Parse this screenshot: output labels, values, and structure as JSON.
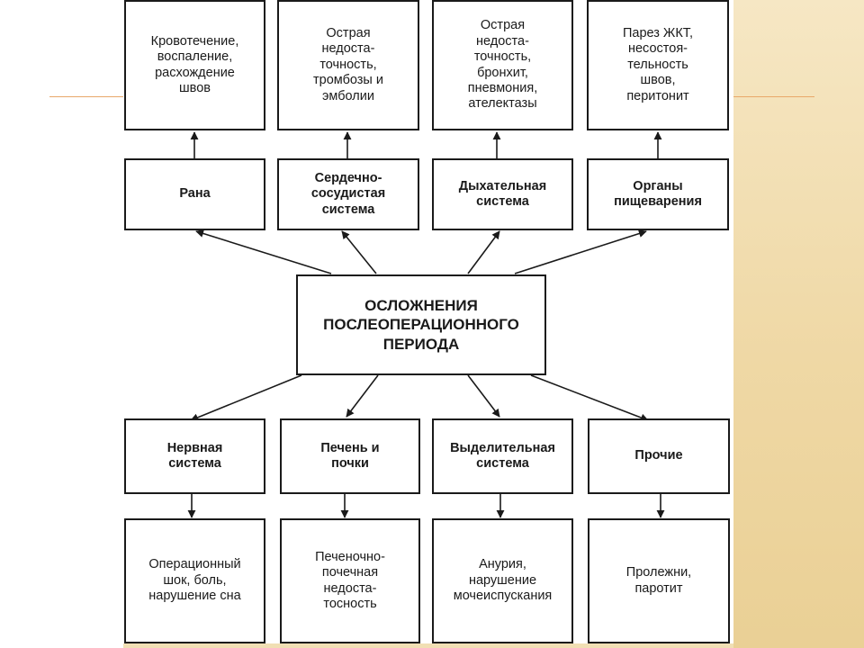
{
  "center": {
    "title": "ОСЛОЖНЕНИЯ\nПОСЛЕОПЕРАЦИОННОГО\nПЕРИОДА"
  },
  "top_systems": [
    {
      "label": "Рана"
    },
    {
      "label": "Сердечно-\nсосудистая\nсистема"
    },
    {
      "label": "Дыхательная\nсистема"
    },
    {
      "label": "Органы\nпищеварения"
    }
  ],
  "top_outcomes": [
    {
      "text": "Кровотечение,\nвоспаление,\nрасхождение\nшвов"
    },
    {
      "text": "Острая\nнедоста-\nточность,\nтромбозы и\nэмболии"
    },
    {
      "text": "Острая\nнедоста-\nточность,\nбронхит,\nпневмония,\nателектазы"
    },
    {
      "text": "Парез ЖКТ,\nнесостоя-\nтельность\nшвов,\nперитонит"
    }
  ],
  "bottom_systems": [
    {
      "label": "Нервная\nсистема"
    },
    {
      "label": "Печень и\nпочки"
    },
    {
      "label": "Выделительная\nсистема"
    },
    {
      "label": "Прочие"
    }
  ],
  "bottom_outcomes": [
    {
      "text": "Операционный\nшок, боль,\nнарушение сна"
    },
    {
      "text": "Печеночно-\nпочечная\nнедоста-\nтосность"
    },
    {
      "text": "Анурия,\nнарушение\nмочеиспускания"
    },
    {
      "text": "Пролежни,\nпаротит"
    }
  ],
  "colors": {
    "line": "#1a1a1a",
    "slide_background": "#efd8a5",
    "accent_line": "#e8a86a"
  }
}
